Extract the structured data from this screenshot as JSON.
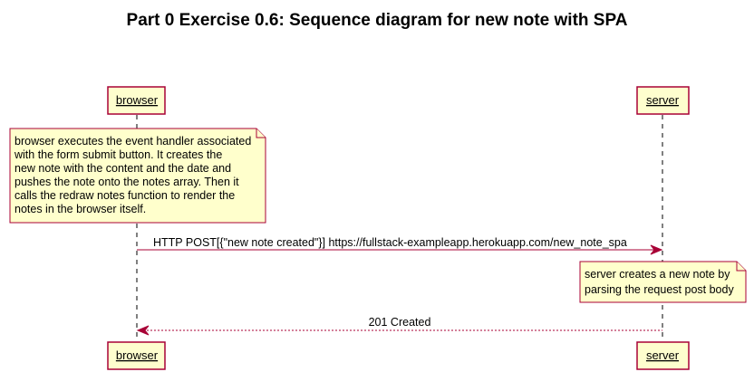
{
  "title": "Part 0 Exercise 0.6: Sequence diagram for new note with SPA",
  "participants": {
    "browser": "browser",
    "server": "server"
  },
  "notes": {
    "browser_note": [
      "browser executes the event handler associated",
      "with the form submit button. It creates the",
      "new note with the content and the date and",
      "pushes the note onto the notes array. Then it",
      "calls the redraw notes function to render the",
      "notes in the browser itself."
    ],
    "server_note": [
      "server creates a new note by",
      "parsing the request post body"
    ]
  },
  "messages": {
    "post_request": "HTTP POST[{\"new note created\"}] https://fullstack-exampleapp.herokuapp.com/new_note_spa",
    "created_response": "201 Created"
  },
  "colors": {
    "participant_fill": "#FEFECE",
    "border": "#A80036",
    "note_fill": "#FFFFCC"
  }
}
